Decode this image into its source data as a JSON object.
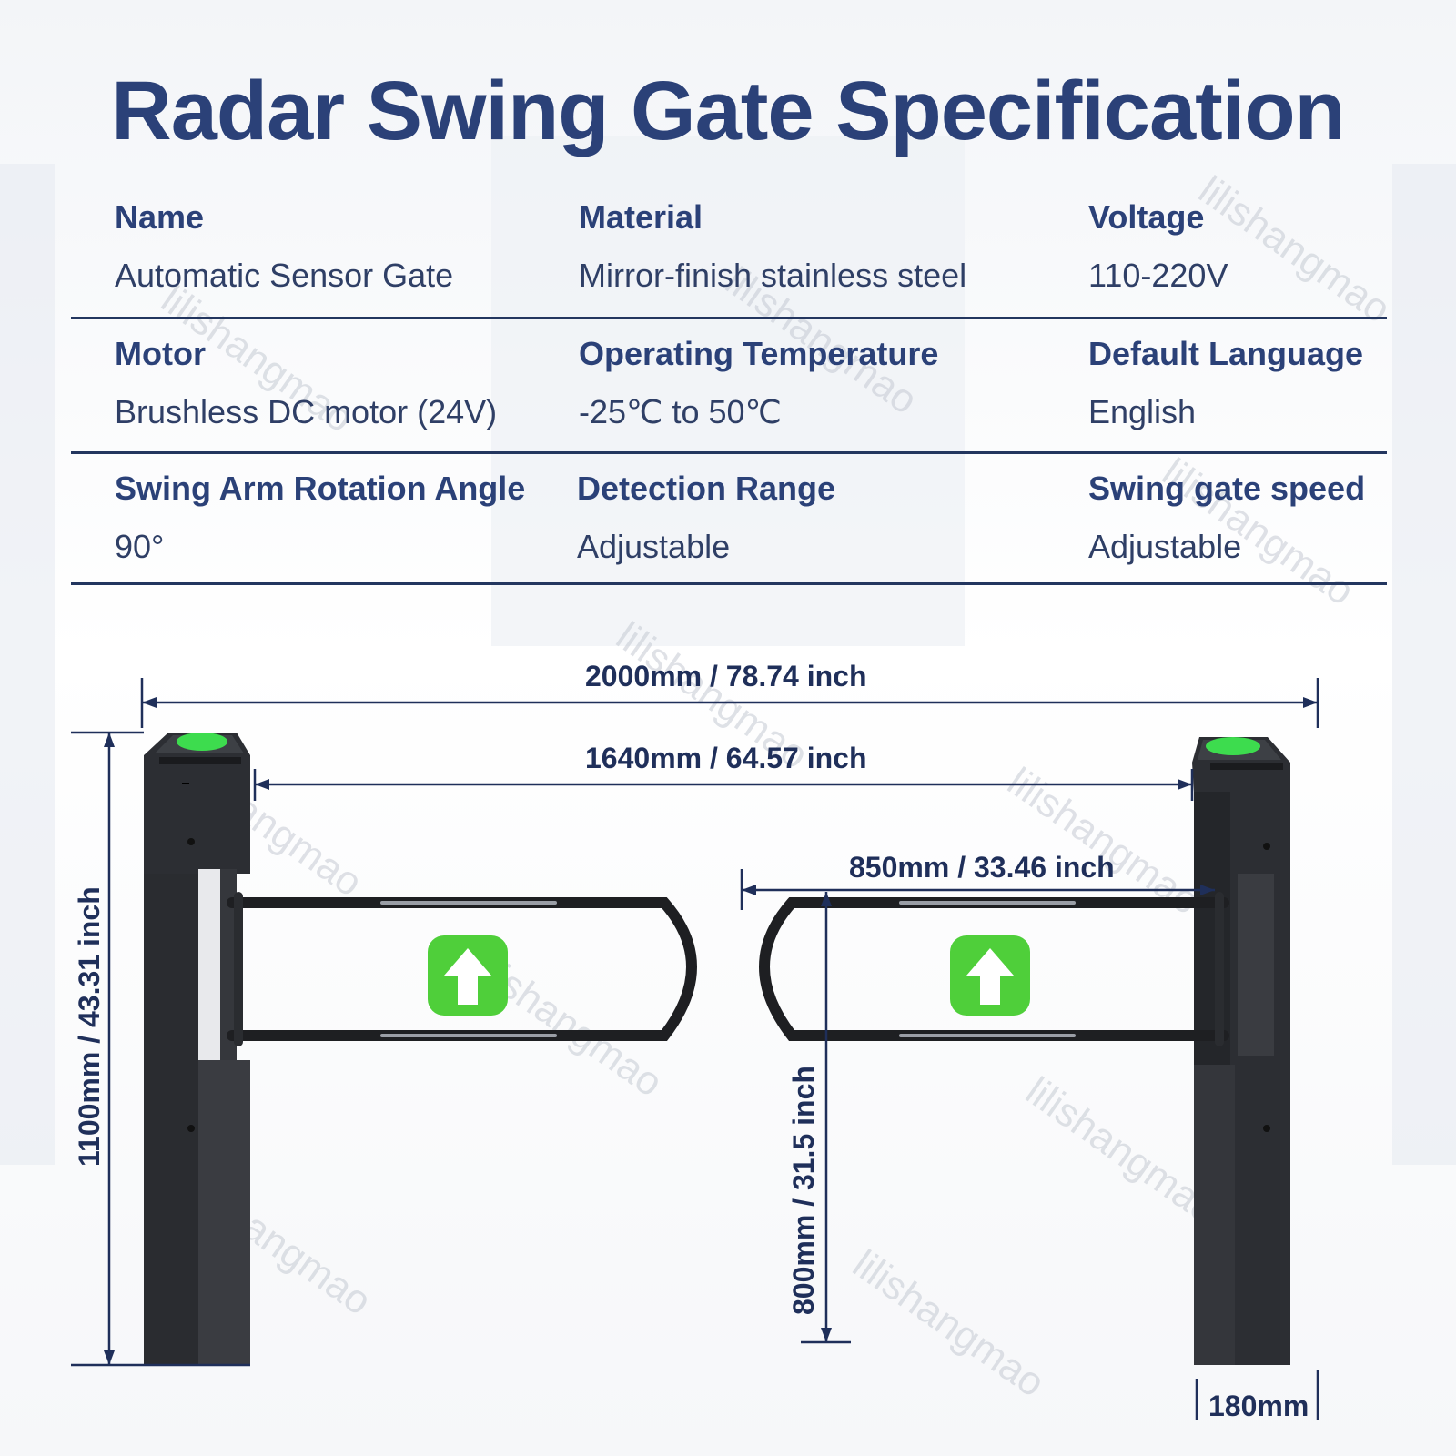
{
  "title": "Radar Swing Gate Specification",
  "specs": [
    {
      "label": "Name",
      "value": "Automatic Sensor Gate"
    },
    {
      "label": "Material",
      "value": "Mirror-finish stainless steel"
    },
    {
      "label": "Voltage",
      "value": "110-220V"
    },
    {
      "label": "Motor",
      "value": "Brushless DC motor (24V)"
    },
    {
      "label": "Operating Temperature",
      "value": "-25℃ to 50℃"
    },
    {
      "label": "Default Language",
      "value": "English"
    },
    {
      "label": "Swing Arm Rotation Angle",
      "value": "90°"
    },
    {
      "label": "Detection Range",
      "value": "Adjustable"
    },
    {
      "label": "Swing gate speed",
      "value": "Adjustable"
    }
  ],
  "dimensions": {
    "overall_width": "2000mm / 78.74 inch",
    "passage_width": "1640mm / 64.57 inch",
    "arm_length": "850mm / 33.46 inch",
    "height": "1100mm / 43.31 inch",
    "arm_height": "800mm / 31.5 inch",
    "post_width": "180mm"
  },
  "watermark": "lilishangmao",
  "icons": {
    "direction_arrow": "up-arrow-icon"
  },
  "colors": {
    "title": "#2b4178",
    "rule": "#23365f",
    "gate_body": "#2a2c30",
    "arrow_green": "#4fcf3a"
  }
}
